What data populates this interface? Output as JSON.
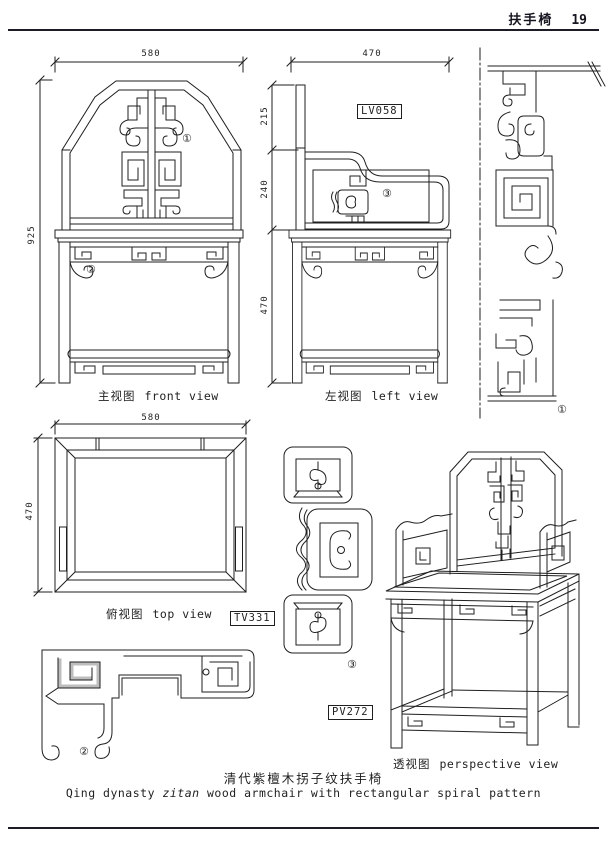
{
  "header": {
    "title": "扶手椅",
    "page_number": "19"
  },
  "front_view": {
    "label_zh": "主视图",
    "label_en": "front view",
    "dim_width": "580",
    "dim_height": "925",
    "marker_splat": "①",
    "marker_apron": "②"
  },
  "left_view": {
    "label_zh": "左视图",
    "label_en": "left view",
    "code": "LV058",
    "dim_width": "470",
    "dim_back_upper": "215",
    "dim_back_lower": "240",
    "dim_base_height": "470",
    "marker_arm_panel": "③"
  },
  "top_view": {
    "label_zh": "俯视图",
    "label_en": "top view",
    "code": "TV331",
    "dim_width": "580",
    "dim_depth": "470"
  },
  "perspective_view": {
    "label_zh": "透视图",
    "label_en": "perspective view",
    "code": "PV272"
  },
  "details": {
    "splat_marker": "①",
    "apron_marker": "②",
    "arm_panel_marker": "③"
  },
  "caption": {
    "title_zh": "清代紫檀木拐子纹扶手椅",
    "en_prefix": "Qing dynasty ",
    "en_italic": "zitan",
    "en_suffix": " wood armchair with rectangular spiral pattern"
  }
}
